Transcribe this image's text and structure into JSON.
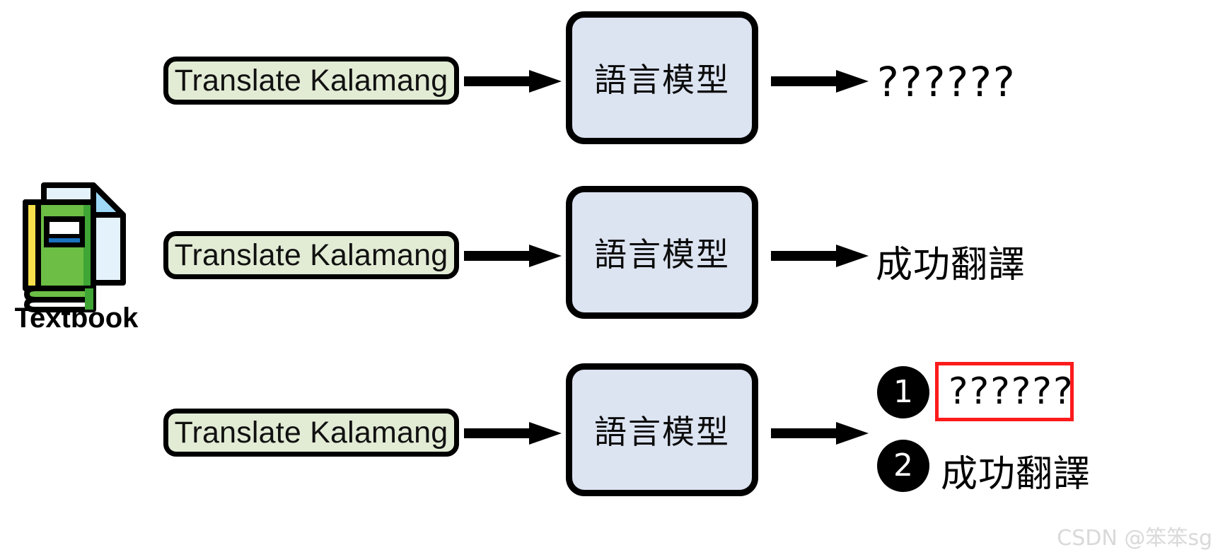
{
  "diagram": {
    "title": "Kalamang translation with textbook in-context learning",
    "colors": {
      "prompt_fill": "#e2ecd5",
      "llm_fill": "#dce3f1",
      "stroke": "#000000",
      "highlight": "#fc1b1b",
      "watermark": "#d9d9d9",
      "book_green": "#6cbe45",
      "book_green_dark": "#3fa535",
      "book_yellow": "#f7e04b",
      "page_blue_light": "#e4f2fb",
      "page_blue_mid": "#9fd8f5",
      "spine_blue": "#1a73c0"
    },
    "resource": {
      "icon": "textbook-icon",
      "caption": "Textbook"
    },
    "rows": [
      {
        "id": "row-1",
        "prompt": "Translate Kalamang",
        "model": "語言模型",
        "arrow_in": "arrow-right-icon",
        "arrow_out": "arrow-right-icon",
        "output": "??????",
        "output_kind": "unknown"
      },
      {
        "id": "row-2",
        "prompt": "Translate Kalamang",
        "model": "語言模型",
        "arrow_in": "arrow-right-icon",
        "arrow_out": "arrow-right-icon",
        "output": "成功翻譯",
        "output_kind": "success"
      },
      {
        "id": "row-3",
        "prompt": "Translate Kalamang",
        "model": "語言模型",
        "arrow_in": "arrow-right-icon",
        "arrow_out": "arrow-right-icon",
        "output_kind": "numbered-list",
        "outputs": [
          {
            "number": "1",
            "text": "??????",
            "highlighted": true
          },
          {
            "number": "2",
            "text": "成功翻譯",
            "highlighted": false
          }
        ]
      }
    ],
    "watermark": "CSDN @笨笨sg"
  }
}
